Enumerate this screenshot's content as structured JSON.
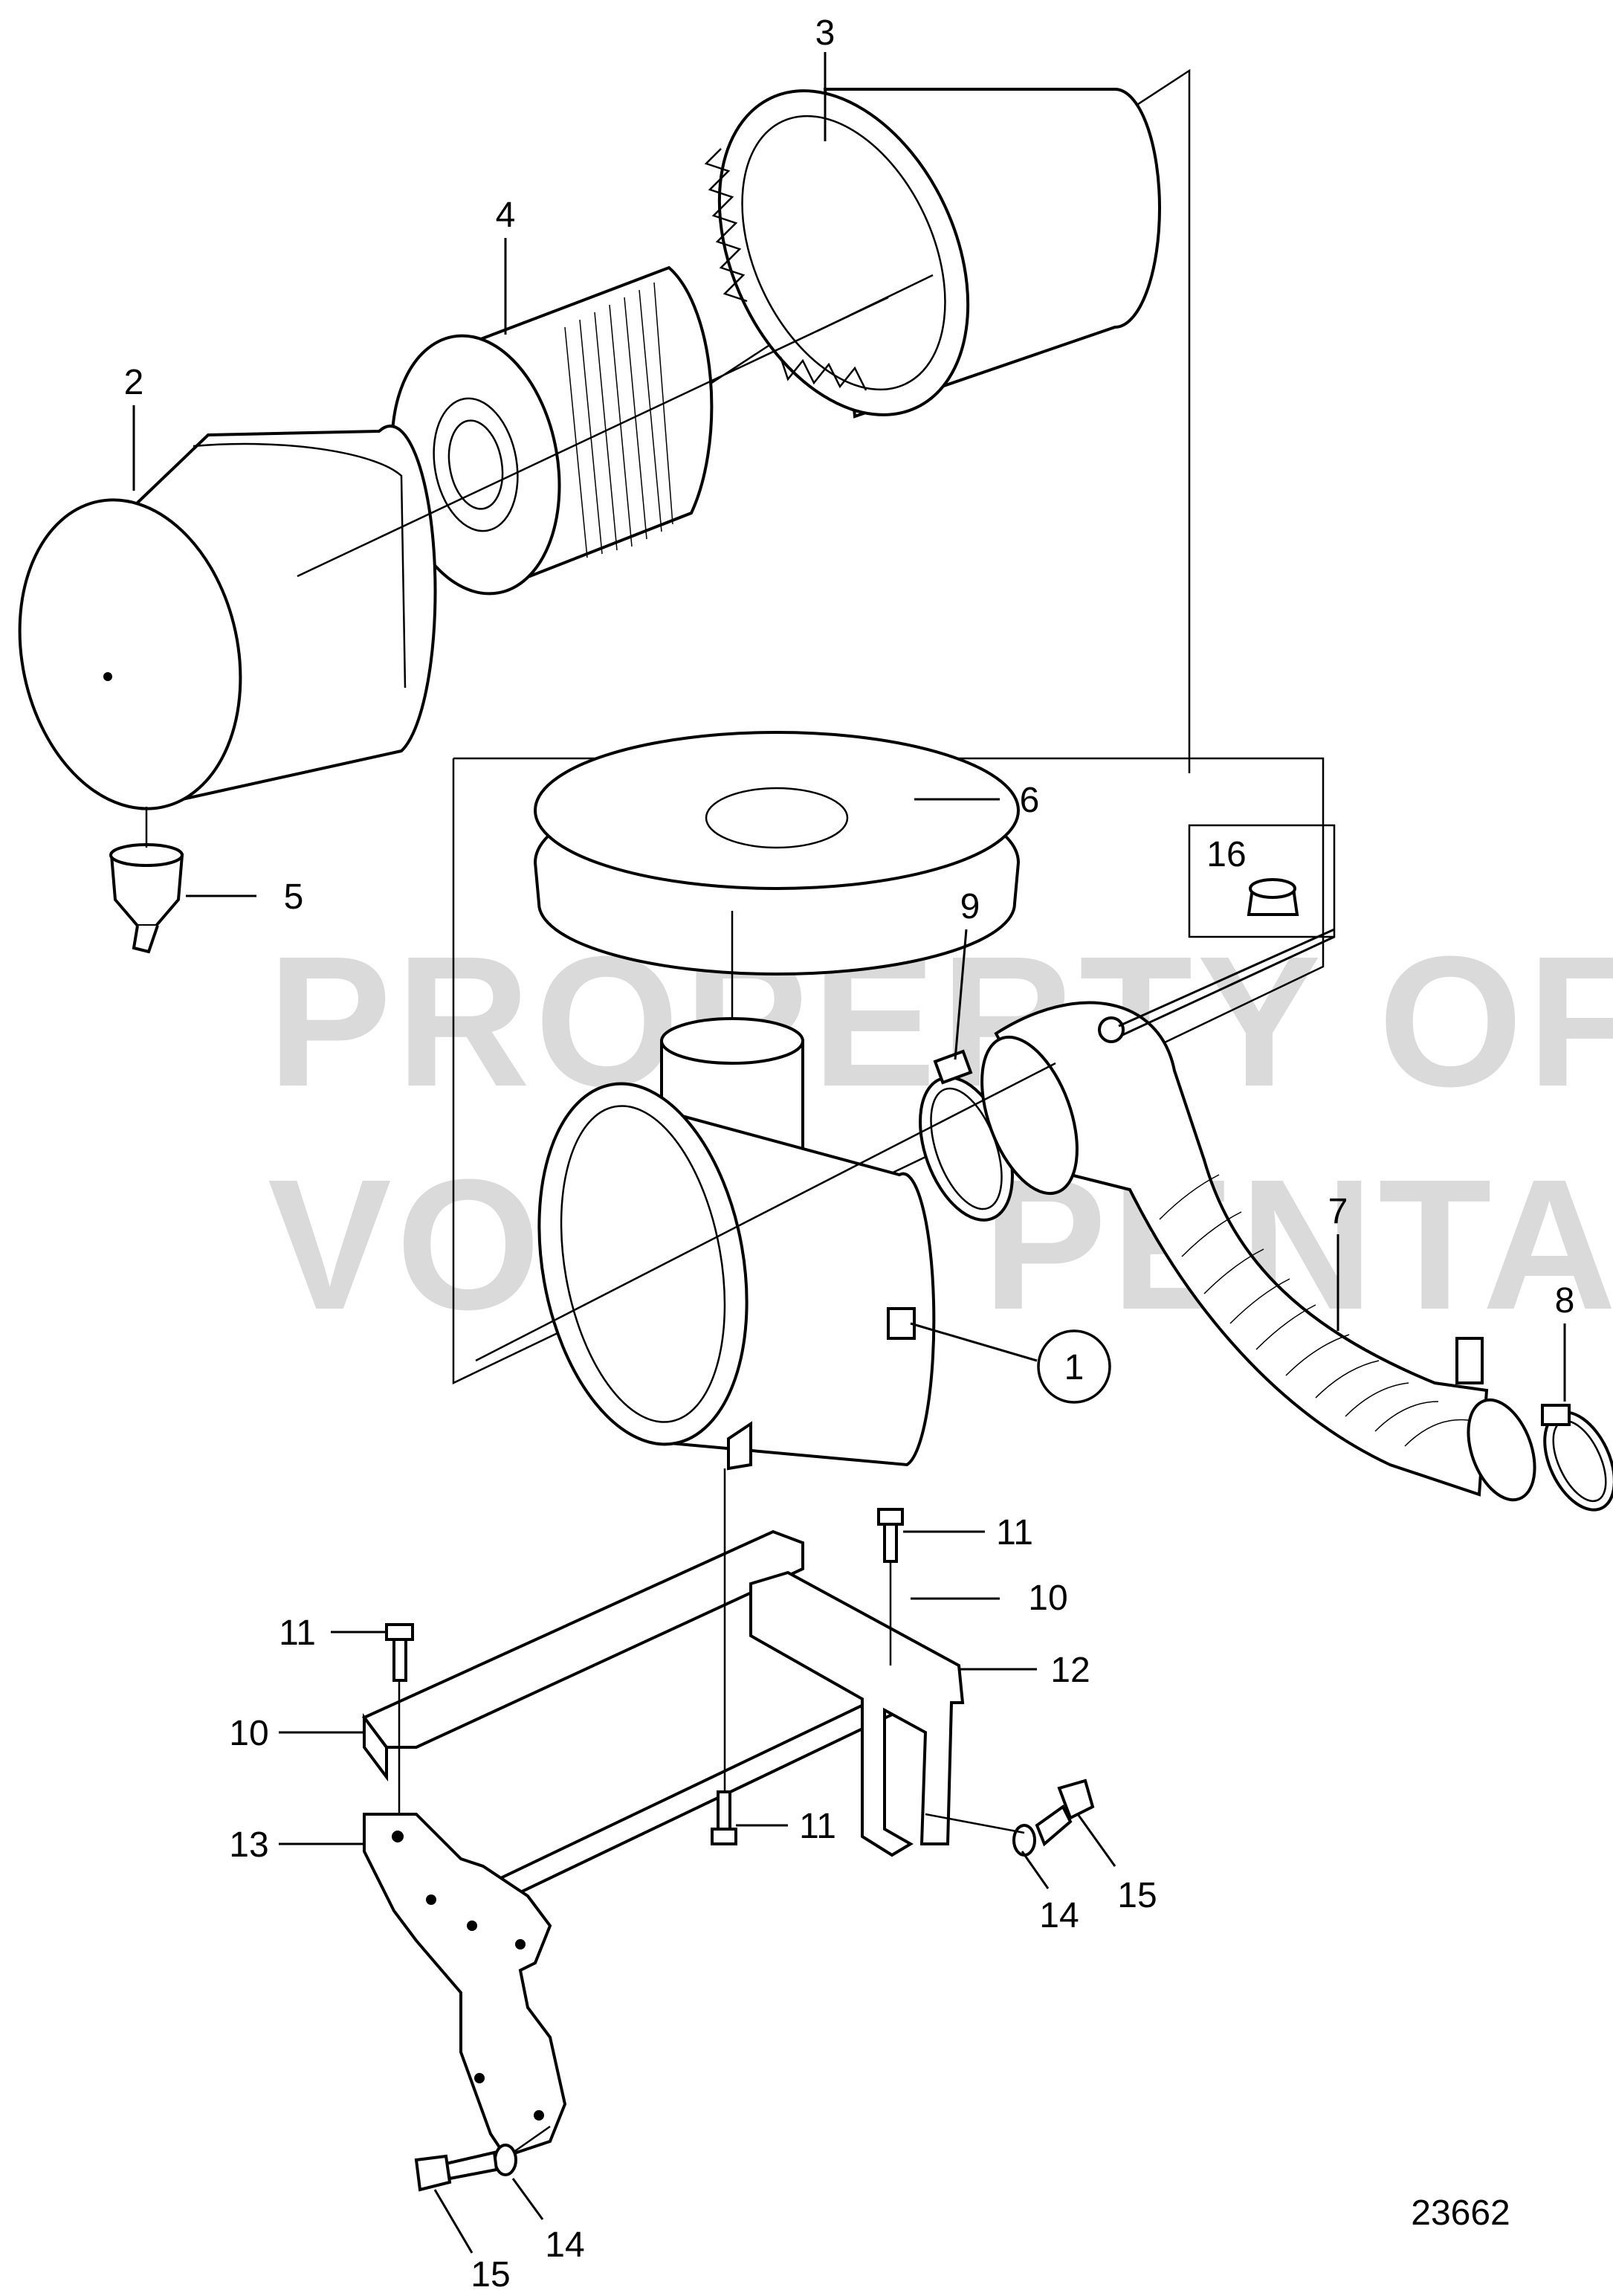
{
  "drawing_number": "23662",
  "watermark": {
    "line1": "PROPERTY OF",
    "line2": "VOLVO PENTA"
  },
  "callouts": {
    "c1": "1",
    "c2": "2",
    "c3": "3",
    "c4": "4",
    "c5": "5",
    "c6": "6",
    "c7": "7",
    "c8": "8",
    "c9": "9",
    "c10a": "10",
    "c10b": "10",
    "c11a": "11",
    "c11b": "11",
    "c11c": "11",
    "c12": "12",
    "c13": "13",
    "c14a": "14",
    "c14b": "14",
    "c15a": "15",
    "c15b": "15",
    "c16": "16"
  }
}
